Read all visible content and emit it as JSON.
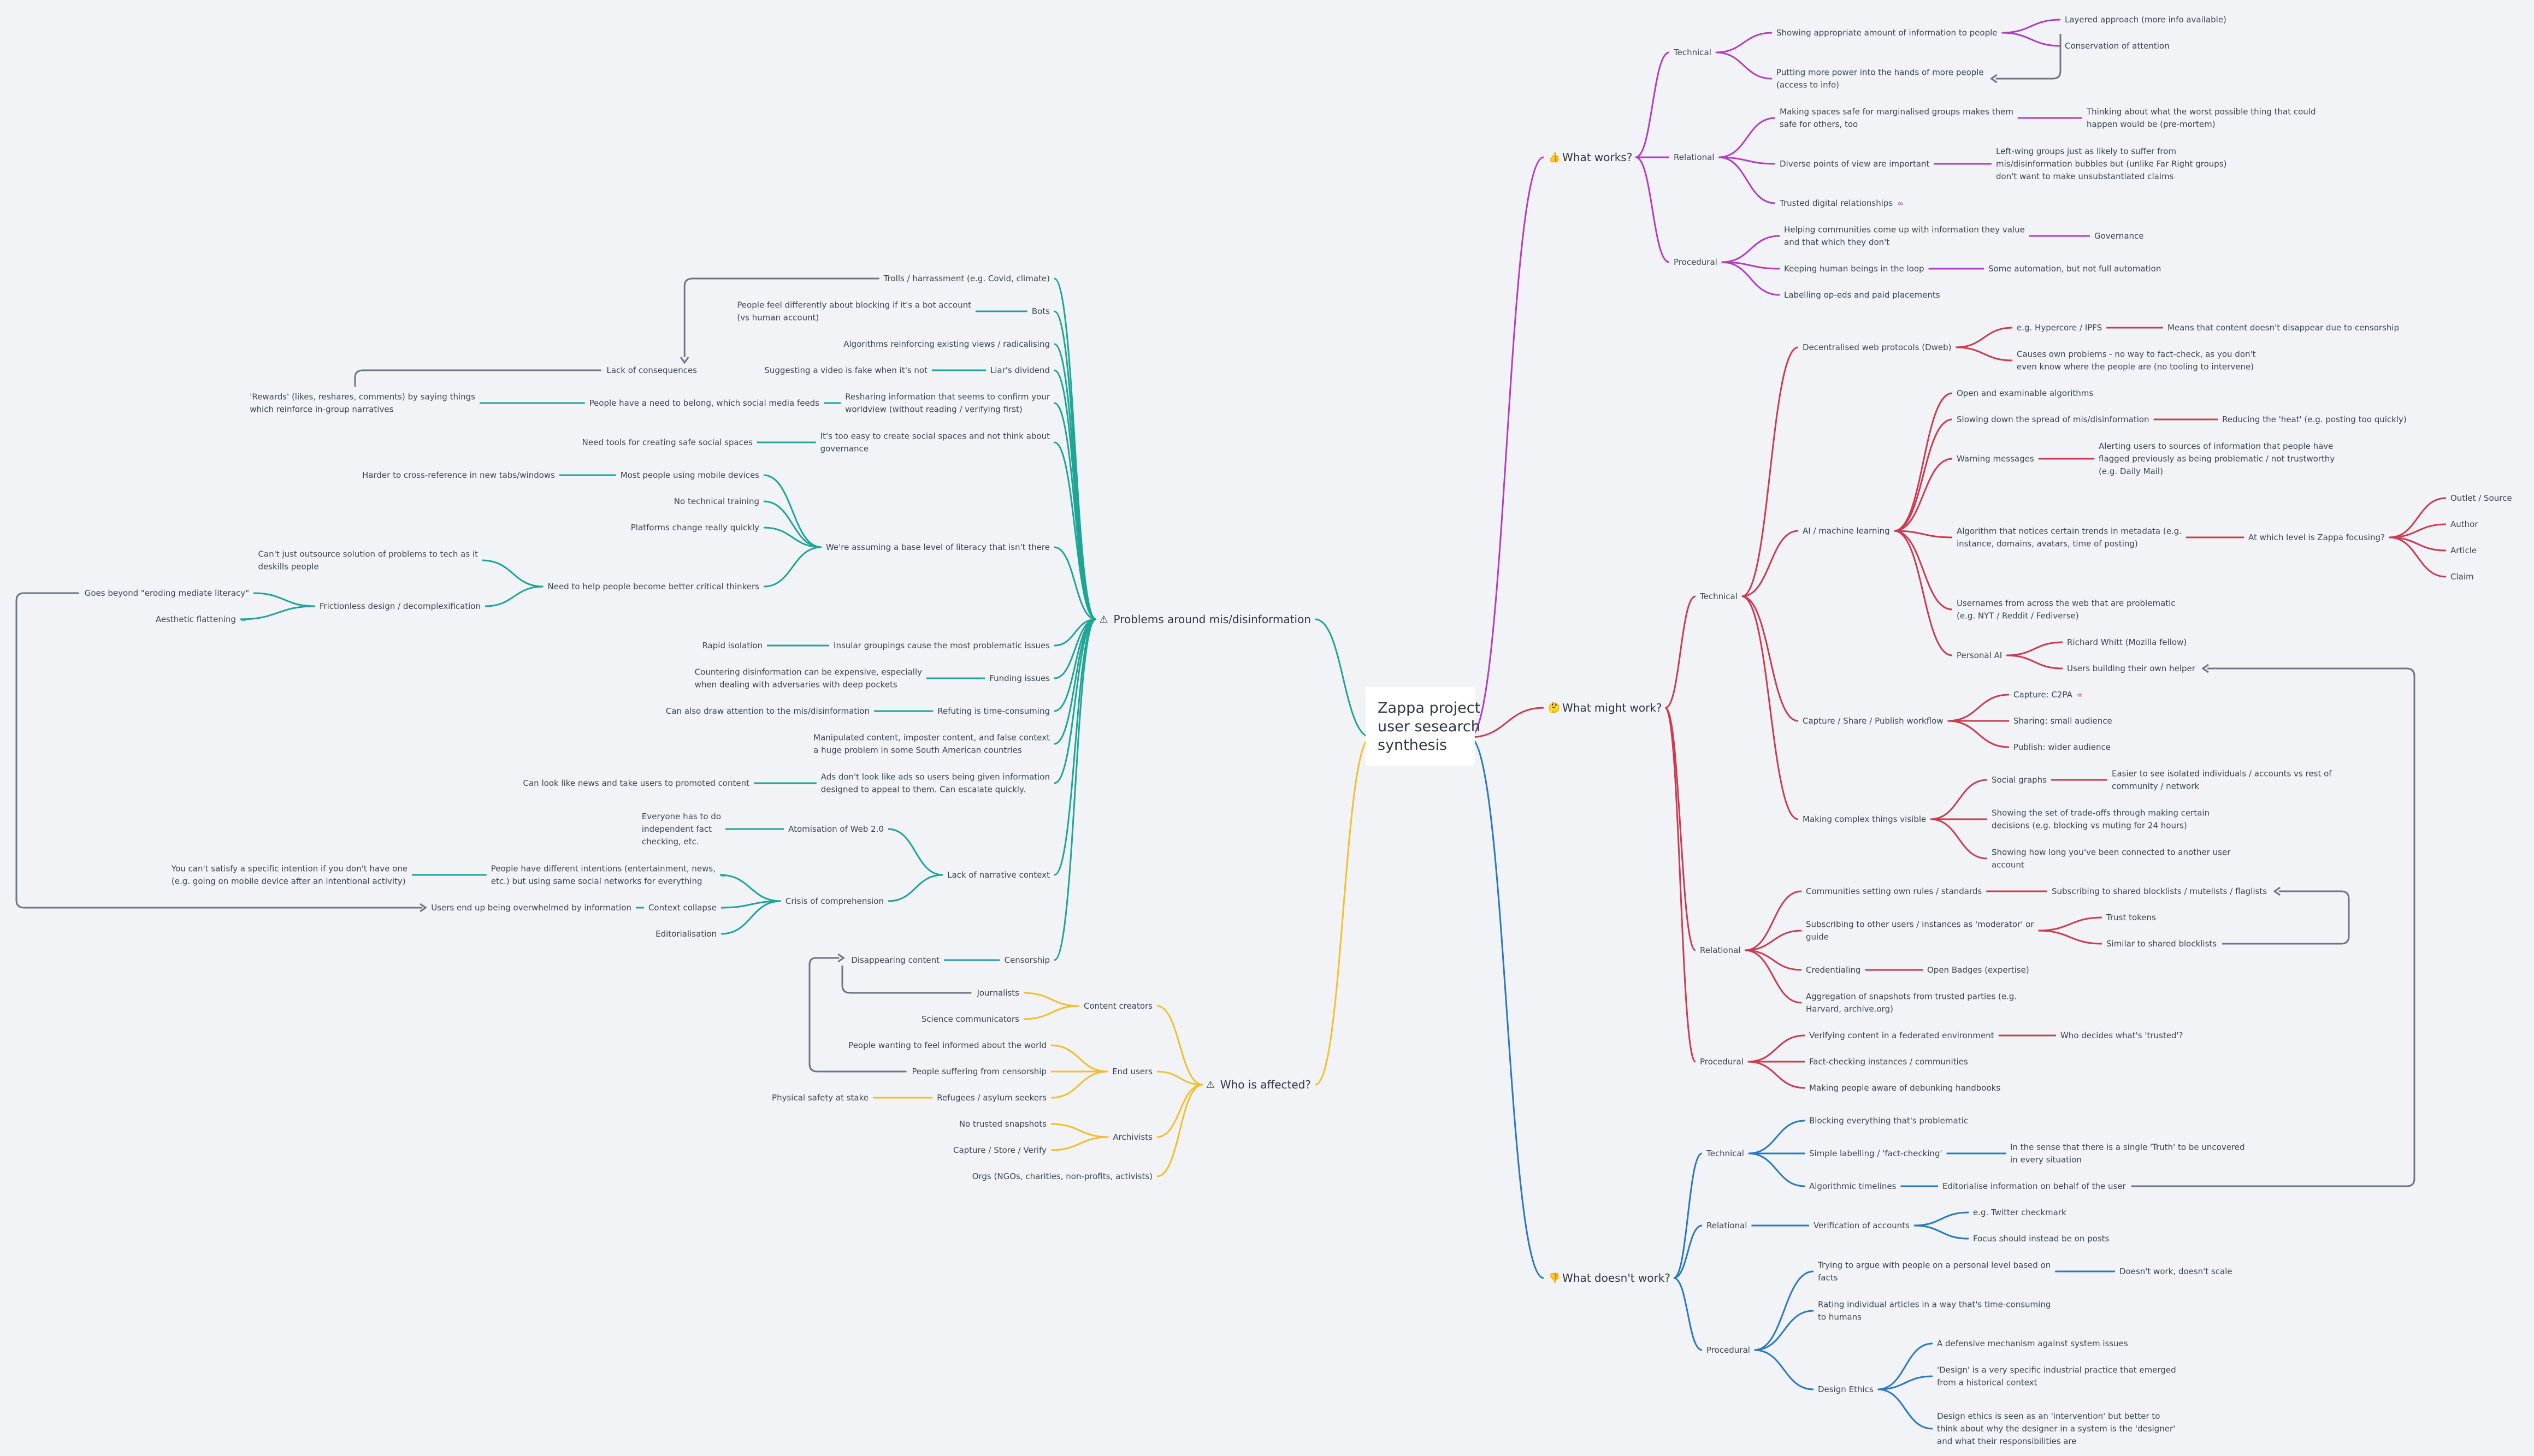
{
  "colors": {
    "problems": "#1fa595",
    "what_works": "#b43dc4",
    "might": "#cc3b51",
    "doesnt": "#2a78c2",
    "affected": "#f4be2c",
    "crosslink": "#6a7683"
  },
  "root": {
    "title_lines": [
      "Zappa project",
      "user sesearch",
      "synthesis"
    ]
  },
  "branches": [
    {
      "key": "problems",
      "label": "Problems around mis/disinformation",
      "icon": "warning-icon",
      "symbol": "⚠",
      "color": "#1fa595",
      "side": "left"
    },
    {
      "key": "affected",
      "label": "Who is affected?",
      "icon": "people-icon",
      "symbol": "⚠",
      "color": "#f4be2c",
      "side": "left"
    },
    {
      "key": "what_works",
      "label": "What works?",
      "icon": "thumbs-up-icon",
      "symbol": "👍",
      "color": "#b43dc4",
      "side": "right"
    },
    {
      "key": "might",
      "label": "What might work?",
      "icon": "thinking-icon",
      "symbol": "🤔",
      "color": "#cc3b51",
      "side": "right"
    },
    {
      "key": "doesnt",
      "label": "What doesn't work?",
      "icon": "thumbs-down-icon",
      "symbol": "👎",
      "color": "#2a78c2",
      "side": "right"
    }
  ],
  "nodes": {
    "p_trolls": {
      "lines": [
        "Trolls / harrassment (e.g. Covid, climate)"
      ]
    },
    "p_bots": {
      "lines": [
        "Bots"
      ]
    },
    "p_bots_c": {
      "lines": [
        "People feel differently about blocking if it's a bot account",
        "(vs human account)"
      ]
    },
    "p_algos": {
      "lines": [
        "Algorithms reinforcing existing views / radicalising"
      ]
    },
    "p_liar": {
      "lines": [
        "Liar's dividend"
      ]
    },
    "p_liar_c": {
      "lines": [
        "Suggesting a video is fake when it's not"
      ]
    },
    "p_lack": {
      "lines": [
        "Lack of consequences"
      ]
    },
    "p_resharing": {
      "lines": [
        "Resharing information that seems to confirm your",
        "worldview (without reading / verifying first)"
      ]
    },
    "p_belong": {
      "lines": [
        "People have a need to belong, which social media feeds"
      ]
    },
    "p_rewards": {
      "lines": [
        "'Rewards' (likes, reshares, comments) by saying things",
        "which reinforce in-group narratives"
      ]
    },
    "p_easy": {
      "lines": [
        "It's too easy to create social spaces and not think about",
        "governance"
      ]
    },
    "p_tools": {
      "lines": [
        "Need tools for creating safe social spaces"
      ]
    },
    "p_literacy": {
      "lines": [
        "We're assuming a base level of literacy that isn't there"
      ]
    },
    "p_mobile": {
      "lines": [
        "Most people using mobile devices"
      ]
    },
    "p_harder": {
      "lines": [
        "Harder to cross-reference in new tabs/windows"
      ]
    },
    "p_notraining": {
      "lines": [
        "No technical training"
      ]
    },
    "p_platforms": {
      "lines": [
        "Platforms change really quickly"
      ]
    },
    "p_critical": {
      "lines": [
        "Need to help people become better critical thinkers"
      ]
    },
    "p_outsource": {
      "lines": [
        "Can't just outsource solution of problems to tech as it",
        "deskills people"
      ]
    },
    "p_friction": {
      "lines": [
        "Frictionless design / decomplexification"
      ]
    },
    "p_goes": {
      "lines": [
        "Goes beyond \"eroding mediate literacy\""
      ]
    },
    "p_aesthetic": {
      "lines": [
        "Aesthetic flattening"
      ]
    },
    "p_insular": {
      "lines": [
        "Insular groupings cause the most problematic issues"
      ]
    },
    "p_rapid": {
      "lines": [
        "Rapid isolation"
      ]
    },
    "p_funding": {
      "lines": [
        "Funding issues"
      ]
    },
    "p_countering": {
      "lines": [
        "Countering disinformation can be expensive, especially",
        "when dealing with adversaries with deep pockets"
      ]
    },
    "p_refuting": {
      "lines": [
        "Refuting is time-consuming"
      ]
    },
    "p_attention": {
      "lines": [
        "Can also draw attention to the mis/disinformation"
      ]
    },
    "p_manipulated": {
      "lines": [
        "Manipulated content, imposter content, and false context",
        "a huge problem in some South American countries"
      ]
    },
    "p_ads": {
      "lines": [
        "Ads don't look like ads so users being given information",
        "designed to appeal to them. Can escalate quickly."
      ]
    },
    "p_lookslike": {
      "lines": [
        "Can look like news and take users to promoted content"
      ]
    },
    "p_narrative": {
      "lines": [
        "Lack of narrative context"
      ]
    },
    "p_atom": {
      "lines": [
        "Atomisation of Web 2.0"
      ]
    },
    "p_everyone": {
      "lines": [
        "Everyone has to do",
        "independent fact",
        "checking, etc."
      ]
    },
    "p_crisis": {
      "lines": [
        "Crisis of comprehension"
      ]
    },
    "p_intentions": {
      "lines": [
        "People have different intentions (entertainment, news,",
        "etc.) but using same social networks for everything"
      ]
    },
    "p_satisfy": {
      "lines": [
        "You can't satisfy a specific intention if you don't have one",
        "(e.g. going on mobile device after an intentional activity)"
      ]
    },
    "p_collapse": {
      "lines": [
        "Context collapse"
      ]
    },
    "p_overwhelmed": {
      "lines": [
        "Users end up being overwhelmed by information"
      ]
    },
    "p_editorial": {
      "lines": [
        "Editorialisation"
      ]
    },
    "p_censorship": {
      "lines": [
        "Censorship"
      ]
    },
    "p_disappearing": {
      "lines": [
        "Disappearing content"
      ]
    },
    "a_creators": {
      "lines": [
        "Content creators"
      ]
    },
    "a_journalists": {
      "lines": [
        "Journalists"
      ]
    },
    "a_science": {
      "lines": [
        "Science communicators"
      ]
    },
    "a_endusers": {
      "lines": [
        "End users"
      ]
    },
    "a_informed": {
      "lines": [
        "People wanting to feel informed about the world"
      ]
    },
    "a_suffering": {
      "lines": [
        "People suffering from censorship"
      ]
    },
    "a_refugees": {
      "lines": [
        "Refugees / asylum seekers"
      ]
    },
    "a_physical": {
      "lines": [
        "Physical safety at stake"
      ]
    },
    "a_archivists": {
      "lines": [
        "Archivists"
      ]
    },
    "a_snapshots": {
      "lines": [
        "No trusted snapshots"
      ]
    },
    "a_capture": {
      "lines": [
        "Capture / Store / Verify"
      ]
    },
    "a_orgs": {
      "lines": [
        "Orgs (NGOs, charities, non-profits, activists)"
      ]
    },
    "w_tech": {
      "lines": [
        "Technical"
      ]
    },
    "w_showing": {
      "lines": [
        "Showing appropriate amount of information to people"
      ]
    },
    "w_layered": {
      "lines": [
        "Layered approach (more info available)"
      ]
    },
    "w_conservation": {
      "lines": [
        "Conservation of attention"
      ]
    },
    "w_power": {
      "lines": [
        "Putting more power into the hands of more people",
        "(access to info)"
      ]
    },
    "w_rel": {
      "lines": [
        "Relational"
      ]
    },
    "w_safe": {
      "lines": [
        "Making spaces safe for marginalised groups makes them",
        "safe for others, too"
      ]
    },
    "w_worst": {
      "lines": [
        "Thinking about what the worst possible thing that could",
        "happen would be (pre-mortem)"
      ]
    },
    "w_diverse": {
      "lines": [
        "Diverse points of view are important"
      ]
    },
    "w_left": {
      "lines": [
        "Left-wing groups just as likely to suffer from",
        "mis/disinformation bubbles but (unlike Far Right groups)",
        "don't want to make unsubstantiated claims"
      ]
    },
    "w_trusted": {
      "lines": [
        "Trusted digital relationships"
      ]
    },
    "w_proc": {
      "lines": [
        "Procedural"
      ]
    },
    "w_helping": {
      "lines": [
        "Helping communities come up with information they value",
        "and that which they don't"
      ]
    },
    "w_governance": {
      "lines": [
        "Governance"
      ]
    },
    "w_keeping": {
      "lines": [
        "Keeping human beings in the loop"
      ]
    },
    "w_automation": {
      "lines": [
        "Some automation, but not full automation"
      ]
    },
    "w_labelling": {
      "lines": [
        "Labelling op-eds and paid placements"
      ]
    },
    "m_tech": {
      "lines": [
        "Technical"
      ]
    },
    "m_dweb": {
      "lines": [
        "Decentralised web protocols (Dweb)"
      ]
    },
    "m_hyper": {
      "lines": [
        "e.g. Hypercore / IPFS"
      ]
    },
    "m_means": {
      "lines": [
        "Means that content doesn't disappear due to censorship"
      ]
    },
    "m_causes": {
      "lines": [
        "Causes own problems - no way to fact-check, as you don't",
        "even know where the people are (no tooling to intervene)"
      ]
    },
    "m_ai": {
      "lines": [
        "AI / machine learning"
      ]
    },
    "m_open": {
      "lines": [
        "Open and examinable algorithms"
      ]
    },
    "m_slowing": {
      "lines": [
        "Slowing down the spread of mis/disinformation"
      ]
    },
    "m_heat": {
      "lines": [
        "Reducing the 'heat' (e.g. posting too quickly)"
      ]
    },
    "m_warning": {
      "lines": [
        "Warning messages"
      ]
    },
    "m_alerting": {
      "lines": [
        "Alerting users to sources of information that people have",
        "flagged previously as being problematic / not trustworthy",
        "(e.g. Daily Mail)"
      ]
    },
    "m_trends": {
      "lines": [
        "Algorithm that notices certain trends in metadata (e.g.",
        "instance, domains, avatars, time of posting)"
      ]
    },
    "m_level": {
      "lines": [
        "At which level is Zappa focusing?"
      ]
    },
    "m_outlet": {
      "lines": [
        "Outlet / Source"
      ]
    },
    "m_author": {
      "lines": [
        "Author"
      ]
    },
    "m_article": {
      "lines": [
        "Article"
      ]
    },
    "m_claim": {
      "lines": [
        "Claim"
      ]
    },
    "m_usernames": {
      "lines": [
        "Usernames from across the web that are problematic",
        "(e.g. NYT / Reddit / Fediverse)"
      ]
    },
    "m_personal": {
      "lines": [
        "Personal AI"
      ]
    },
    "m_richard": {
      "lines": [
        "Richard Whitt (Mozilla fellow)"
      ]
    },
    "m_building": {
      "lines": [
        "Users building their own helper"
      ]
    },
    "m_capture": {
      "lines": [
        "Capture / Share / Publish workflow"
      ]
    },
    "m_c2pa": {
      "lines": [
        "Capture: C2PA"
      ]
    },
    "m_sharing": {
      "lines": [
        "Sharing: small audience"
      ]
    },
    "m_publish": {
      "lines": [
        "Publish: wider audience"
      ]
    },
    "m_complex": {
      "lines": [
        "Making complex things visible"
      ]
    },
    "m_graphs": {
      "lines": [
        "Social graphs"
      ]
    },
    "m_easier": {
      "lines": [
        "Easier to see isolated individuals / accounts vs rest of",
        "community / network"
      ]
    },
    "m_tradeoffs": {
      "lines": [
        "Showing the set of trade-offs through making certain",
        "decisions (e.g. blocking vs muting for 24 hours)"
      ]
    },
    "m_howlong": {
      "lines": [
        "Showing how long you've been connected to another user",
        "account"
      ]
    },
    "m_rel": {
      "lines": [
        "Relational"
      ]
    },
    "m_rules": {
      "lines": [
        "Communities setting own rules / standards"
      ]
    },
    "m_blocklists": {
      "lines": [
        "Subscribing to shared blocklists / mutelists / flaglists"
      ]
    },
    "m_moderator": {
      "lines": [
        "Subscribing to other users / instances as 'moderator' or",
        "guide"
      ]
    },
    "m_tokens": {
      "lines": [
        "Trust tokens"
      ]
    },
    "m_similar": {
      "lines": [
        "Similar to shared blocklists"
      ]
    },
    "m_credential": {
      "lines": [
        "Credentialing"
      ]
    },
    "m_badges": {
      "lines": [
        "Open Badges (expertise)"
      ]
    },
    "m_aggregation": {
      "lines": [
        "Aggregation of snapshots from trusted parties (e.g.",
        "Harvard, archive.org)"
      ]
    },
    "m_proc": {
      "lines": [
        "Procedural"
      ]
    },
    "m_verifying": {
      "lines": [
        "Verifying content in a federated environment"
      ]
    },
    "m_decides": {
      "lines": [
        "Who decides what's 'trusted'?"
      ]
    },
    "m_factcheck": {
      "lines": [
        "Fact-checking instances / communities"
      ]
    },
    "m_handbooks": {
      "lines": [
        "Making people aware of debunking handbooks"
      ]
    },
    "d_tech": {
      "lines": [
        "Technical"
      ]
    },
    "d_blocking": {
      "lines": [
        "Blocking everything that's problematic"
      ]
    },
    "d_simple": {
      "lines": [
        "Simple labelling / 'fact-checking'"
      ]
    },
    "d_truth": {
      "lines": [
        "In the sense that there is a single 'Truth' to be uncovered",
        "in every situation"
      ]
    },
    "d_timelines": {
      "lines": [
        "Algorithmic timelines"
      ]
    },
    "d_editorialise": {
      "lines": [
        "Editorialise information on behalf of the user"
      ]
    },
    "d_rel": {
      "lines": [
        "Relational"
      ]
    },
    "d_verification": {
      "lines": [
        "Verification of accounts"
      ]
    },
    "d_twitter": {
      "lines": [
        "e.g. Twitter checkmark"
      ]
    },
    "d_focus": {
      "lines": [
        "Focus should instead be on posts"
      ]
    },
    "d_proc": {
      "lines": [
        "Procedural"
      ]
    },
    "d_argue": {
      "lines": [
        "Trying to argue with people on a personal level based on",
        "facts"
      ]
    },
    "d_scale": {
      "lines": [
        "Doesn't work, doesn't scale"
      ]
    },
    "d_rating": {
      "lines": [
        "Rating individual articles in a way that's time-consuming",
        "to humans"
      ]
    },
    "d_ethics": {
      "lines": [
        "Design Ethics"
      ]
    },
    "d_defensive": {
      "lines": [
        "A defensive mechanism against system issues"
      ]
    },
    "d_design": {
      "lines": [
        "'Design' is a very specific industrial practice that emerged",
        "from a historical context"
      ]
    },
    "d_intervention": {
      "lines": [
        "Design ethics is seen as an 'intervention' but better to",
        "think about why the designer in a system is the 'designer'",
        "and what their responsibilities are"
      ]
    }
  }
}
